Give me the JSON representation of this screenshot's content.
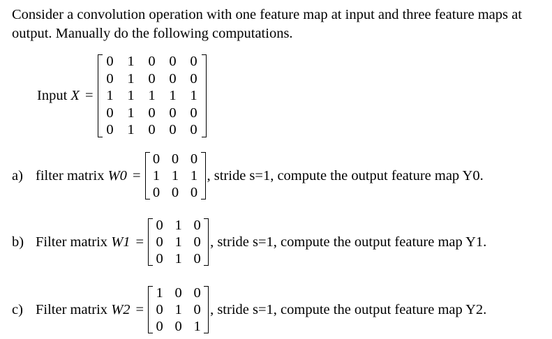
{
  "intro": {
    "line1": "Consider a convolution operation with one feature map at input and three feature maps at",
    "line2": "output. Manually do the following computations."
  },
  "input": {
    "label_text": "Input ",
    "label_var": "X",
    "equals": "=",
    "matrix": [
      [
        "0",
        "1",
        "0",
        "0",
        "0"
      ],
      [
        "0",
        "1",
        "0",
        "0",
        "0"
      ],
      [
        "1",
        "1",
        "1",
        "1",
        "1"
      ],
      [
        "0",
        "1",
        "0",
        "0",
        "0"
      ],
      [
        "0",
        "1",
        "0",
        "0",
        "0"
      ]
    ]
  },
  "parts": [
    {
      "marker": "a)",
      "label_text": "filter matrix ",
      "label_var": "W0",
      "equals": "=",
      "matrix": [
        [
          "0",
          "0",
          "0"
        ],
        [
          "1",
          "1",
          "1"
        ],
        [
          "0",
          "0",
          "0"
        ]
      ],
      "after": ", stride s=1, compute the output feature map Y0."
    },
    {
      "marker": "b)",
      "label_text": "Filter matrix ",
      "label_var": "W1",
      "equals": "=",
      "matrix": [
        [
          "0",
          "1",
          "0"
        ],
        [
          "0",
          "1",
          "0"
        ],
        [
          "0",
          "1",
          "0"
        ]
      ],
      "after": ", stride s=1, compute the output feature map Y1."
    },
    {
      "marker": "c)",
      "label_text": "Filter matrix ",
      "label_var": "W2",
      "equals": "=",
      "matrix": [
        [
          "1",
          "0",
          "0"
        ],
        [
          "0",
          "1",
          "0"
        ],
        [
          "0",
          "0",
          "1"
        ]
      ],
      "after": ", stride s=1, compute the output feature map Y2."
    }
  ]
}
